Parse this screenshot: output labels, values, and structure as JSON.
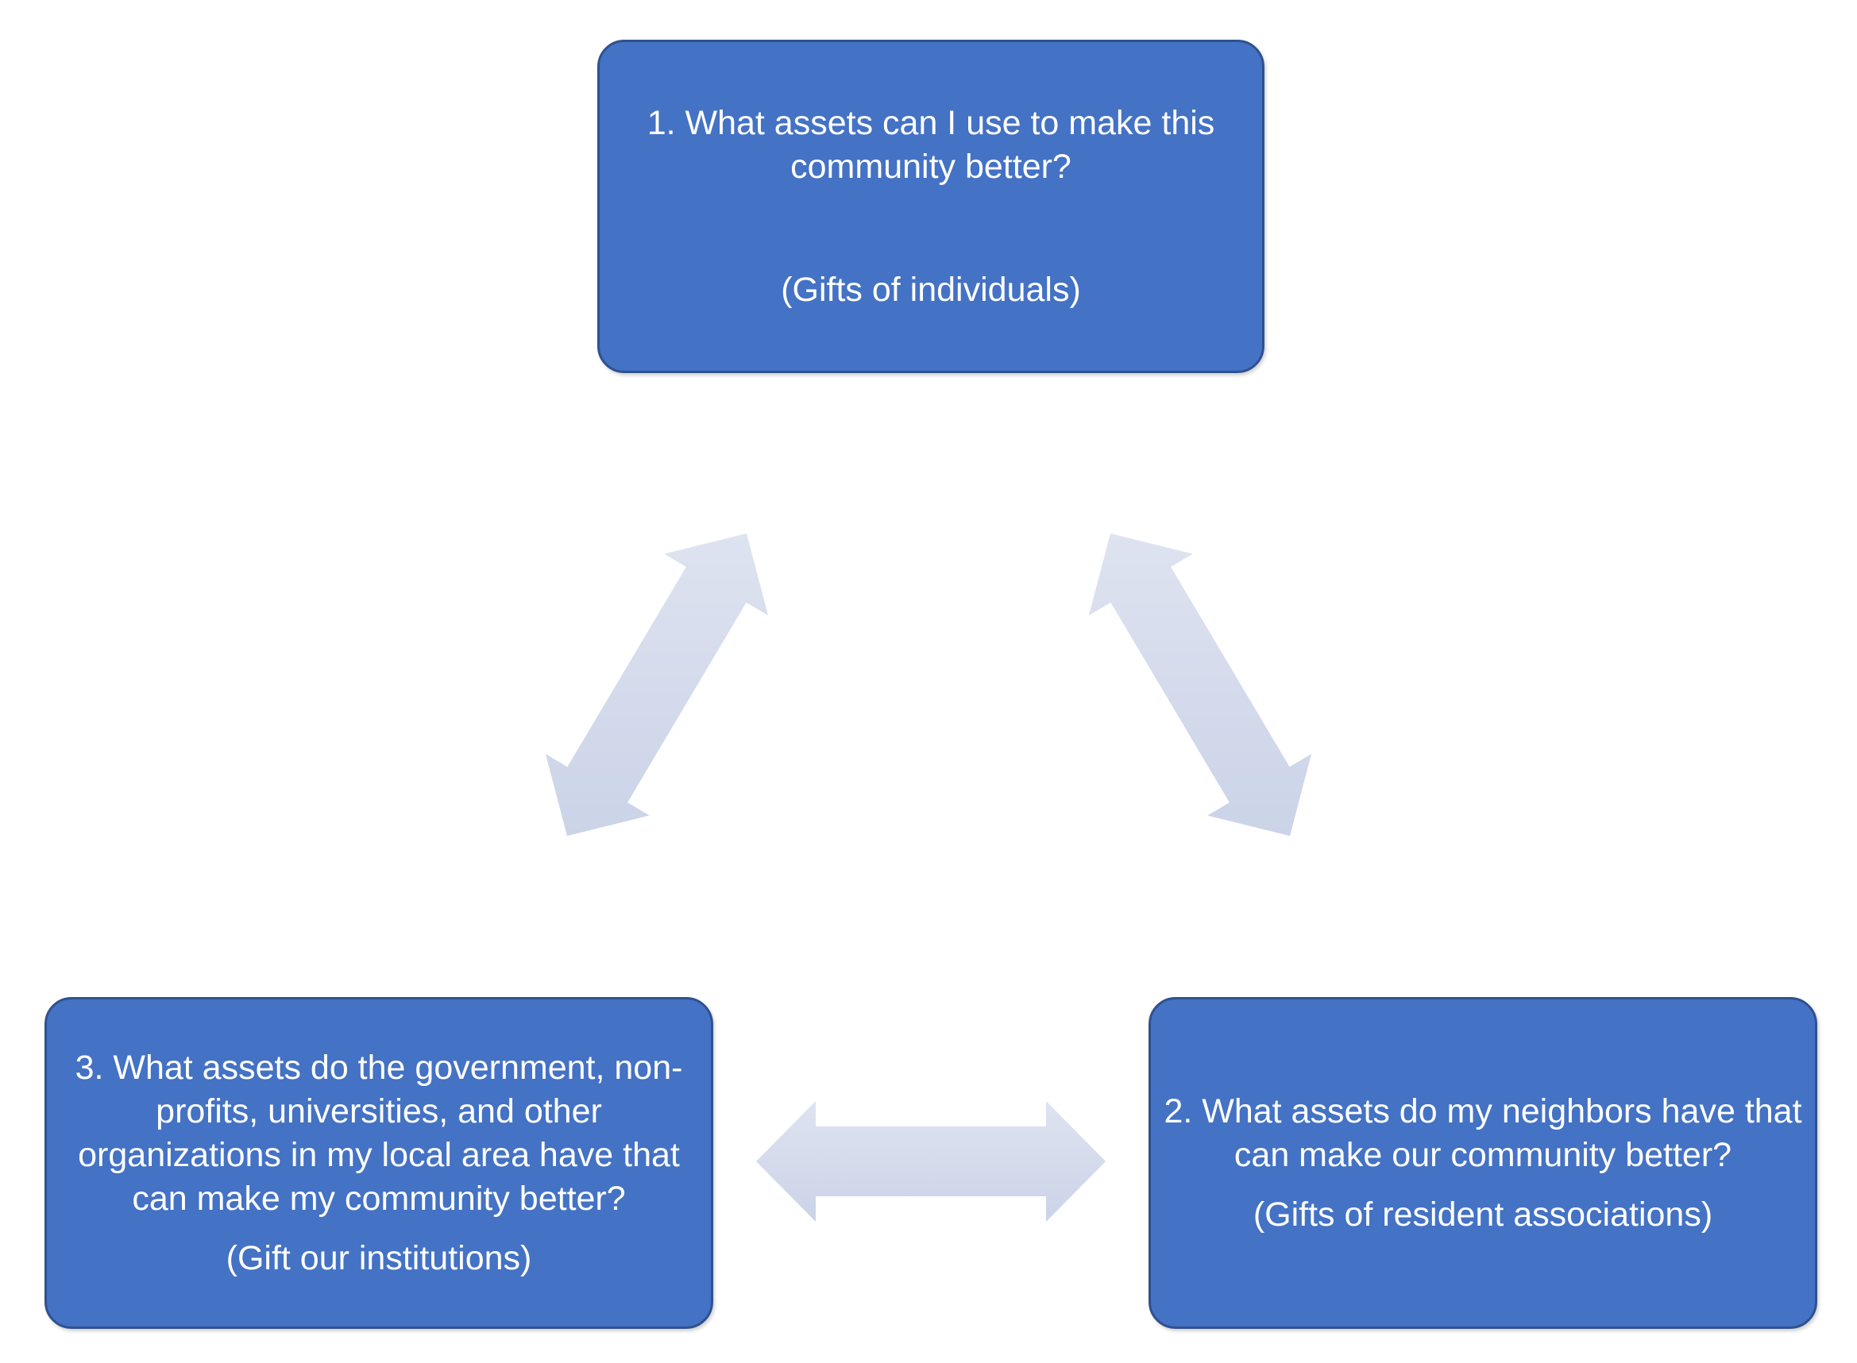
{
  "nodes": {
    "top": {
      "question": "1. What assets can I use to make this community better?",
      "subtitle": "(Gifts of individuals)"
    },
    "right": {
      "question": "2. What assets do my neighbors have that can make our community better?",
      "subtitle": "(Gifts of resident associations)"
    },
    "left": {
      "question": "3. What assets do the government, non-profits, universities, and other organizations in my local area have that can make my community better?",
      "subtitle": "(Gift our institutions)"
    }
  },
  "connections": [
    {
      "from": "top",
      "to": "left",
      "type": "double-arrow"
    },
    {
      "from": "top",
      "to": "right",
      "type": "double-arrow"
    },
    {
      "from": "left",
      "to": "right",
      "type": "double-arrow"
    }
  ],
  "colors": {
    "box_fill": "#4472c4",
    "box_border": "#2f528f",
    "text": "#ffffff",
    "arrow_light": "#dee3f0",
    "arrow_dark": "#cbd3e8"
  }
}
